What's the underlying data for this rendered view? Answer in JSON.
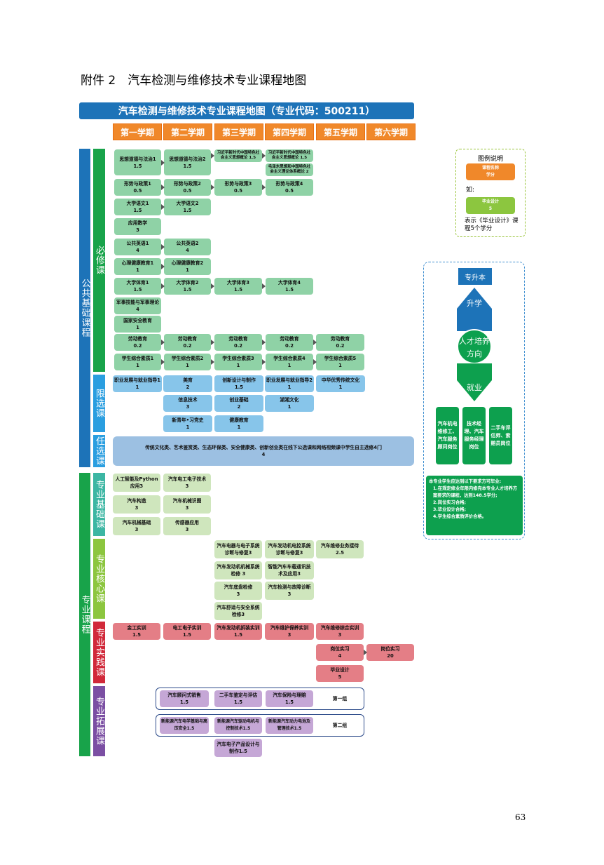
{
  "heading": "附件 2　汽车检测与维修技术专业课程地图",
  "banner": "汽车检测与维修技术专业课程地图（专业代码：500211）",
  "semesters": [
    "第一学期",
    "第二学期",
    "第三学期",
    "第四学期",
    "第五学期",
    "第六学期"
  ],
  "side_labels": {
    "public": "公共基础课程",
    "required": "必修课",
    "limited": "限选课",
    "optional": "任选课",
    "major": "专业课程",
    "major_basic": "专业基础课",
    "major_core": "专业核心课",
    "major_practice": "专业实践课",
    "major_ext": "专业拓展课"
  },
  "courses": {
    "sz1": [
      "思想道德与法治1",
      "1.5"
    ],
    "sz2": [
      "思想道德与法治2",
      "1.5"
    ],
    "xjp1": [
      "习近平新时代中国特色社会主义思想概论 1.5",
      ""
    ],
    "xjp2": [
      "习近平新时代中国特色社会主义思想概论 1.5",
      ""
    ],
    "mao": [
      "毛泽东思想和中国特色社会主义理论体系概论 2",
      ""
    ],
    "xs1": [
      "形势与政策1",
      "0.5"
    ],
    "xs2": [
      "形势与政策2",
      "0.5"
    ],
    "xs3": [
      "形势与政策3",
      "0.5"
    ],
    "xs4": [
      "形势与政策4",
      "0.5"
    ],
    "yw1": [
      "大学语文1",
      "1.5"
    ],
    "yw2": [
      "大学语文2",
      "1.5"
    ],
    "sx": [
      "应用数学",
      "3"
    ],
    "yy1": [
      "公共英语1",
      "4"
    ],
    "yy2": [
      "公共英语2",
      "4"
    ],
    "xl1": [
      "心理健康教育1",
      "1"
    ],
    "xl2": [
      "心理健康教育2",
      "1"
    ],
    "ty1": [
      "大学体育1",
      "1.5"
    ],
    "ty2": [
      "大学体育2",
      "1.5"
    ],
    "ty3": [
      "大学体育3",
      "1.5"
    ],
    "ty4": [
      "大学体育4",
      "1.5"
    ],
    "js": [
      "军事技能与军事理论",
      "4"
    ],
    "aq": [
      "国家安全教育",
      "1"
    ],
    "ld1": [
      "劳动教育",
      "0.2"
    ],
    "ld2": [
      "劳动教育",
      "0.2"
    ],
    "ld3": [
      "劳动教育",
      "0.2"
    ],
    "ld4": [
      "劳动教育",
      "0.2"
    ],
    "ld5": [
      "劳动教育",
      "0.2"
    ],
    "zh1": [
      "学生综合素质1",
      "1"
    ],
    "zh2": [
      "学生综合素质2",
      "1"
    ],
    "zh3": [
      "学生综合素质3",
      "1"
    ],
    "zh4": [
      "学生综合素质4",
      "1"
    ],
    "zh5": [
      "学生综合素质5",
      "1"
    ],
    "zy1": [
      "职业发展与就业指导1",
      "1"
    ],
    "my": [
      "美育",
      "2"
    ],
    "cx": [
      "创新设计与制作",
      "1.5"
    ],
    "zy2": [
      "职业发展与就业指导2",
      "1"
    ],
    "ct": [
      "中华优秀传统文化",
      "1"
    ],
    "xx": [
      "信息技术",
      "3"
    ],
    "cy": [
      "创业基础",
      "2"
    ],
    "hx": [
      "湖湘文化",
      "1"
    ],
    "xqn": [
      "新青年•习党史",
      "1"
    ],
    "jk": [
      "健康教育",
      "1"
    ],
    "rx": [
      "传统文化类、艺术鉴赏类、生态环保类、安全健康类、创新创业类在线下公选课和网络视频课中学生自主选修4门",
      "4"
    ],
    "ai": [
      "人工智能及Python应用3",
      ""
    ],
    "dz": [
      "汽车电工电子技术",
      "3"
    ],
    "gz": [
      "汽车构造",
      "3"
    ],
    "st": [
      "汽车机械识图",
      "3"
    ],
    "jx": [
      "汽车机械基础",
      "3"
    ],
    "cg": [
      "传感器应用",
      "3"
    ],
    "dq": [
      "汽车电器与电子系统诊断与修复3",
      ""
    ],
    "fdk": [
      "汽车发动机电控系统诊断与修复3",
      ""
    ],
    "jd": [
      "汽车维修业务接待",
      "2.5"
    ],
    "fdj": [
      "汽车发动机机械系统检修 3",
      ""
    ],
    "zn": [
      "智能汽车车载通讯技术及应用3",
      ""
    ],
    "dp": [
      "汽车底盘检修",
      "3"
    ],
    "jc": [
      "汽车检测与故障诊断",
      "3"
    ],
    "ss": [
      "汽车舒适与安全系统检修3",
      ""
    ],
    "jg": [
      "金工实训",
      "1.5"
    ],
    "dgdz": [
      "电工电子实训",
      "1.5"
    ],
    "cjsx": [
      "汽车发动机拆装实训",
      "1.5"
    ],
    "whfw": [
      "汽车维护保养实训",
      "3"
    ],
    "zhsx": [
      "汽车维修综合实训",
      "3"
    ],
    "gw1": [
      "岗位实习",
      "4"
    ],
    "gw2": [
      "岗位实习",
      "20"
    ],
    "by": [
      "毕业设计",
      "5"
    ],
    "gwxs": [
      "汽车顾问式销售",
      "1.5"
    ],
    "ess": [
      "二手车鉴定与评估",
      "1.5"
    ],
    "bx": [
      "汽车保险与理赔",
      "1.5"
    ],
    "xny1": [
      "新能源汽车电学基础与高压安全1.5",
      ""
    ],
    "xny2": [
      "新能源汽车驱动电机与控制技术1.5",
      ""
    ],
    "xny3": [
      "新能源汽车动力电池及管理技术1.5",
      ""
    ],
    "cpsj": [
      "汽车电子产品设计与制作1.5",
      ""
    ]
  },
  "groups": [
    "第一组",
    "第二组"
  ],
  "legend": {
    "title": "图例说明",
    "sample_name": "课程名称",
    "sample_credit": "学分",
    "ru": "如:",
    "ex_name": "毕业设计",
    "ex_credit": "5",
    "desc": "表示《毕业设计》课程5个学分"
  },
  "right": {
    "zsb": "专升本",
    "sx": "升学",
    "rc": "人才培养",
    "fx": "方向",
    "jy": "就业",
    "jobs": [
      "汽车机电维修工、汽车服务顾问岗位",
      "技术经理、汽车服务经理岗位",
      "二手车评估师、索赔员岗位"
    ],
    "req_title": "本专业学生应达到以下要求方可毕业:",
    "reqs": [
      "1.在规定修业年限内修完本专业人才培养方案要求的课程，达到148.5学分;",
      "2.岗位实习合格;",
      "3.毕业设计合格;",
      "4.学生综合素质评价合格。"
    ]
  },
  "page": "63"
}
